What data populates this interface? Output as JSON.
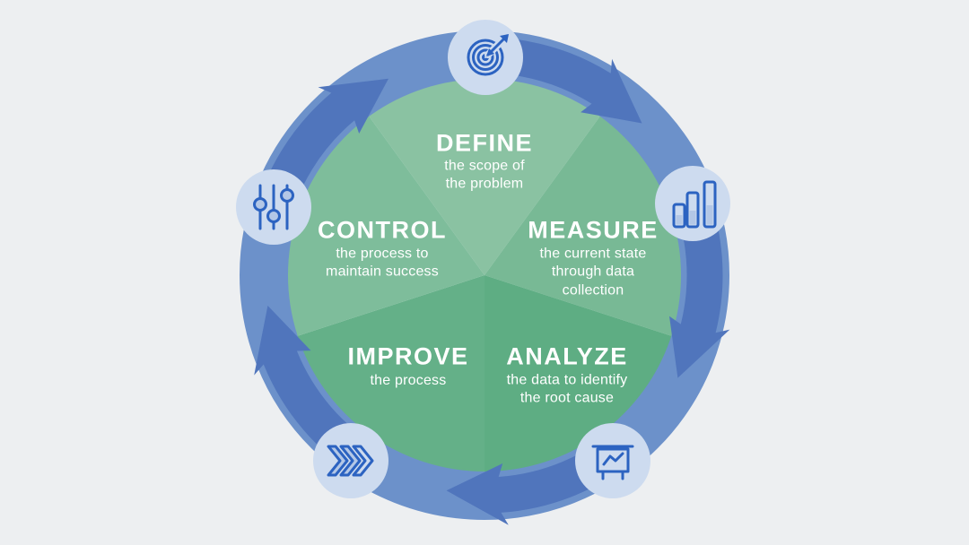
{
  "steps": [
    {
      "id": "define",
      "label": "DEFINE",
      "description": "the scope of\nthe problem",
      "icon": "target-icon",
      "color": "#8ac2a2"
    },
    {
      "id": "measure",
      "label": "MEASURE",
      "description": "the current state\nthrough data\ncollection",
      "icon": "bar-chart-icon",
      "color": "#78b995"
    },
    {
      "id": "analyze",
      "label": "ANALYZE",
      "description": "the data to identify\nthe root cause",
      "icon": "presentation-chart-icon",
      "color": "#5ead83"
    },
    {
      "id": "improve",
      "label": "IMPROVE",
      "description": "the process",
      "icon": "fast-forward-icon",
      "color": "#64b088"
    },
    {
      "id": "control",
      "label": "CONTROL",
      "description": "the process to\nmaintain success",
      "icon": "sliders-icon",
      "color": "#7ebd9b"
    }
  ],
  "colors": {
    "background": "#edeff1",
    "ring": "#6c91ca",
    "arrow": "#5075bc",
    "badge_circle": "#cddbef",
    "icon_stroke": "#2c63c1",
    "icon_fill": "#b3c7e6",
    "text": "#ffffff"
  }
}
